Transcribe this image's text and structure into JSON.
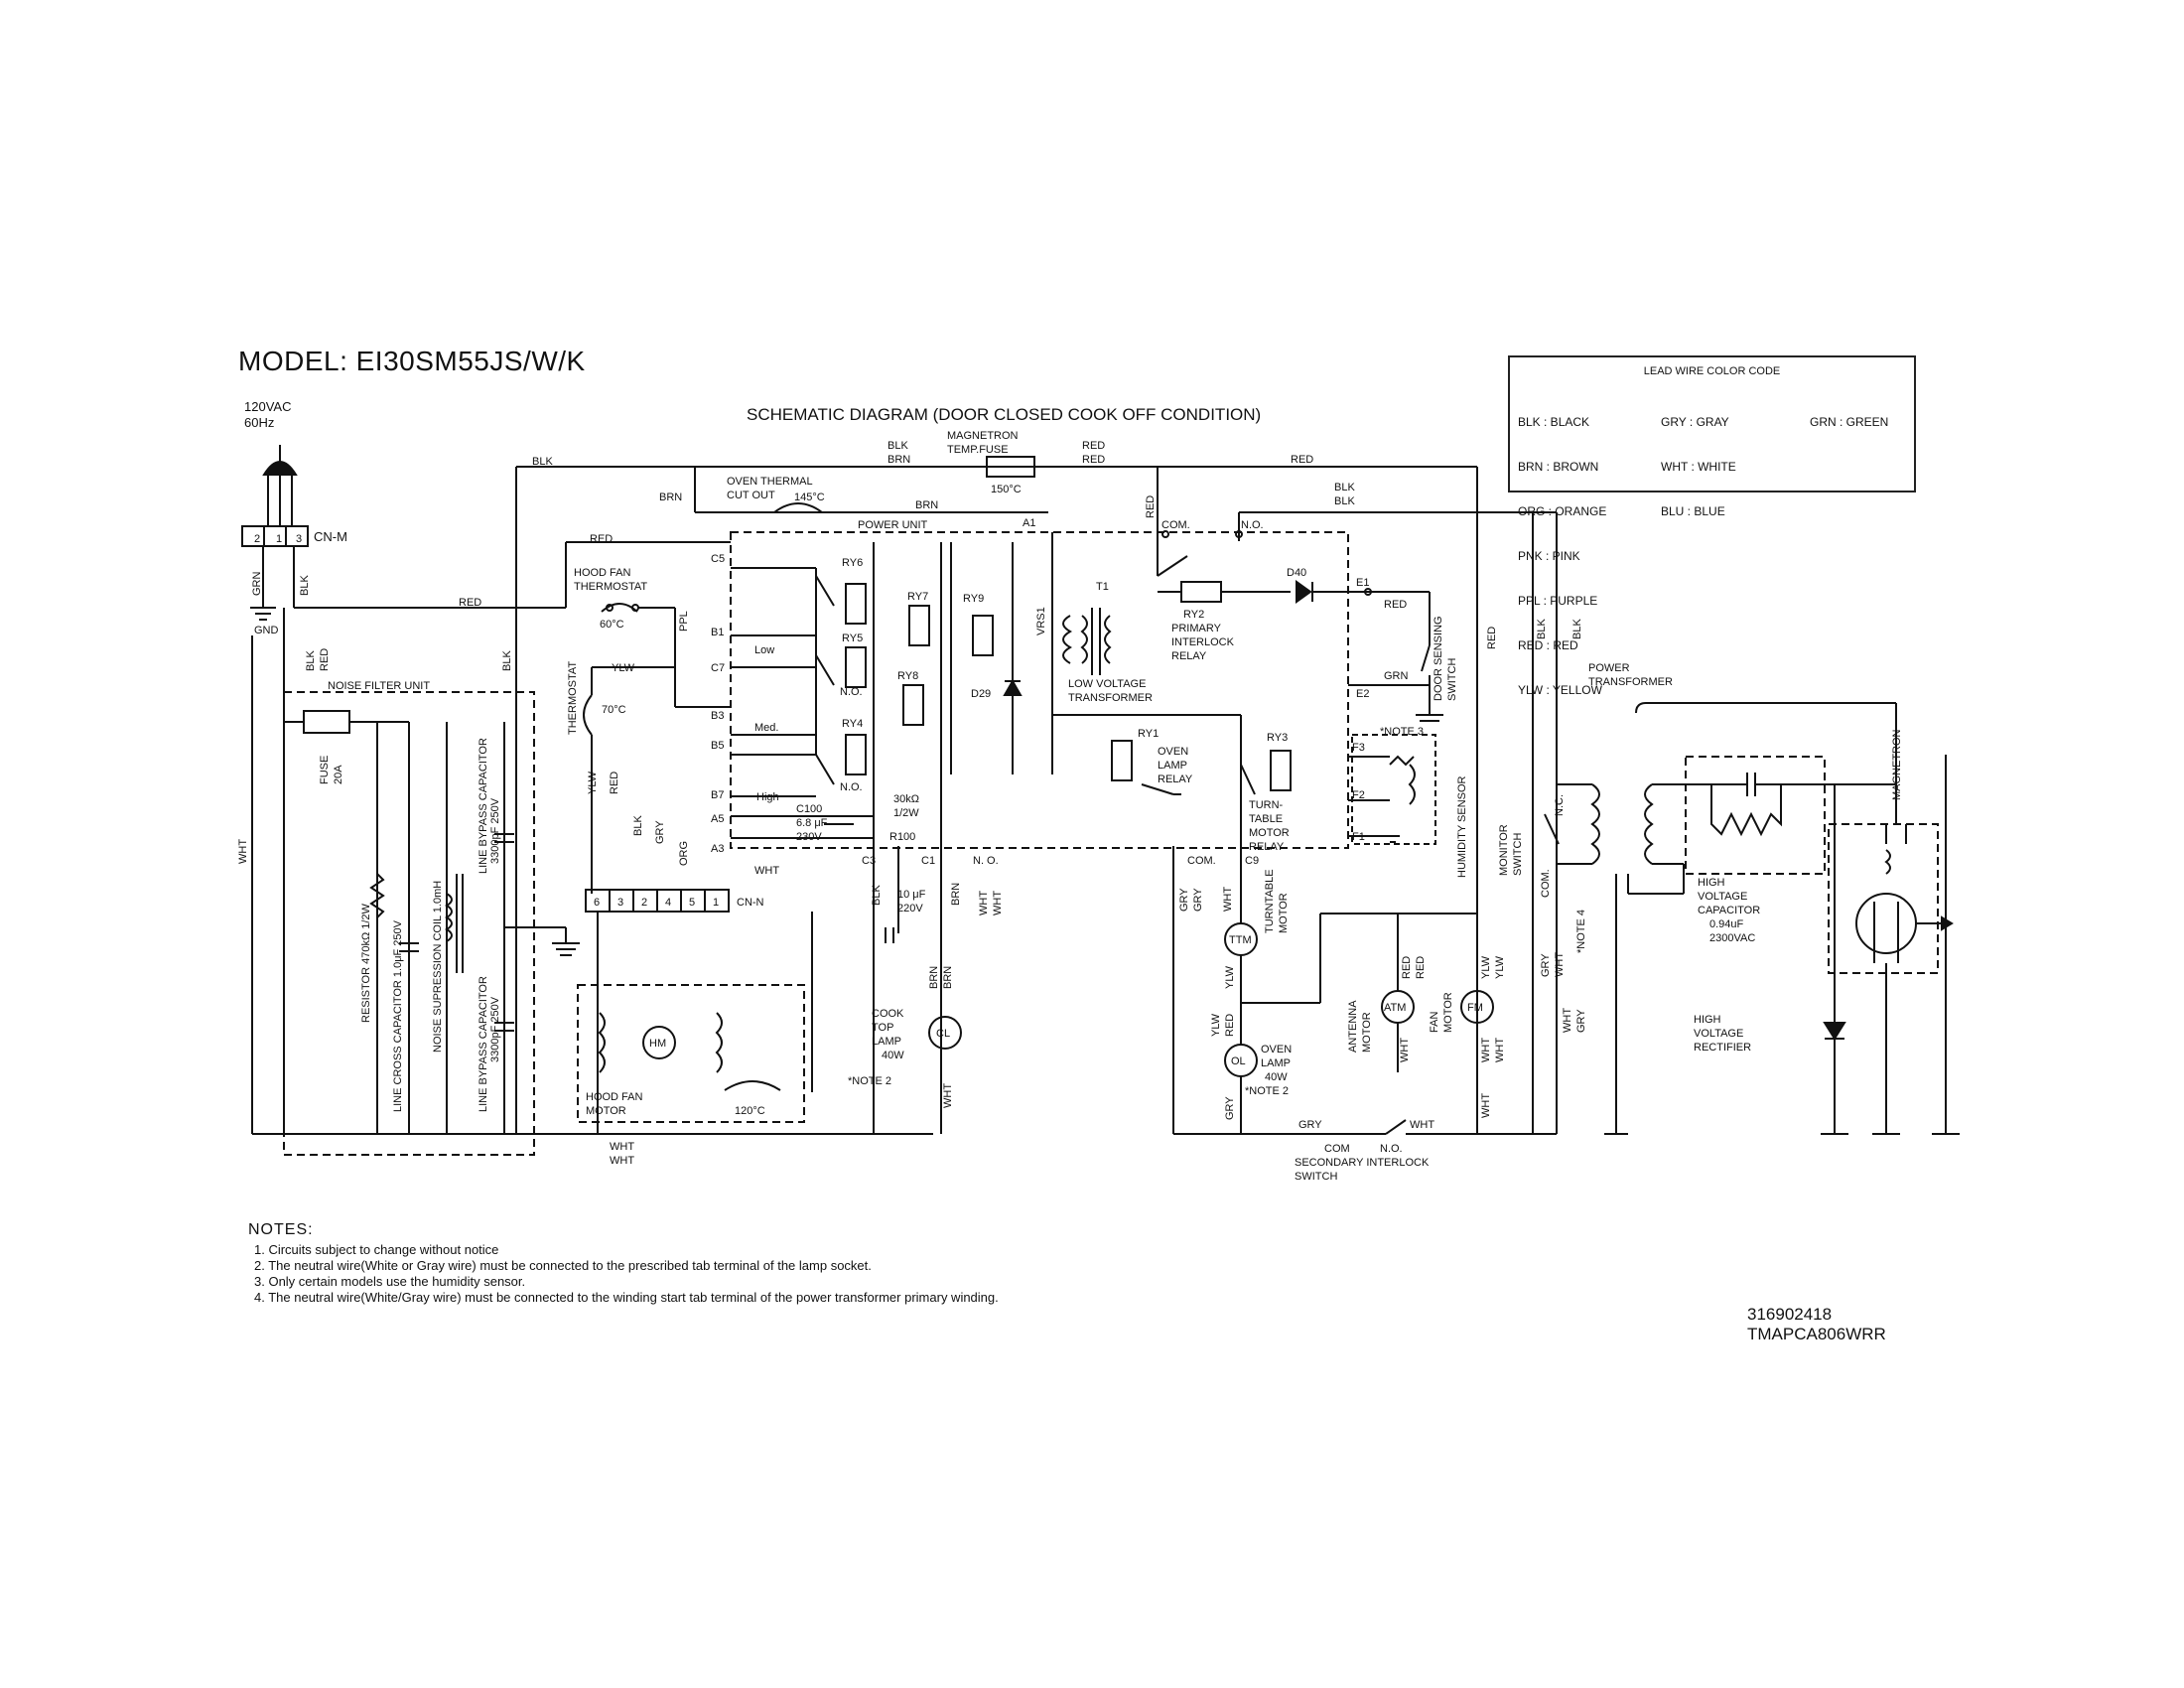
{
  "title": "MODEL: EI30SM55JS/W/K",
  "subtitle": "SCHEMATIC DIAGRAM (DOOR CLOSED COOK OFF CONDITION)",
  "supply": {
    "voltage": "120VAC",
    "frequency": "60Hz"
  },
  "legend": {
    "heading": "LEAD WIRE COLOR CODE",
    "col1": [
      "BLK : BLACK",
      "BRN : BROWN",
      "ORG : ORANGE",
      "PNK : PINK",
      "PPL : PURPLE",
      "RED : RED",
      "YLW : YELLOW"
    ],
    "col2": [
      "GRY : GRAY",
      "WHT : WHITE",
      "BLU : BLUE"
    ],
    "col3": [
      "GRN : GREEN"
    ]
  },
  "labels": {
    "cn_m": "CN-M",
    "grn": "GRN",
    "blk": "BLK",
    "gnd": "GND",
    "red": "RED",
    "wht": "WHT",
    "brn": "BRN",
    "ylw": "YLW",
    "org": "ORG",
    "gry": "GRY",
    "ppl": "PPL",
    "noise_filter_unit": "NOISE FILTER UNIT",
    "fuse": "FUSE",
    "fuse_val": "20A",
    "resistor": "RESISTOR 470kΩ 1/2W",
    "line_cross_cap": "LINE CROSS CAPACITOR 1.0μF 250V",
    "noise_coil": "NOISE SUPRESSION COIL 1.0mH",
    "line_bypass_cap": "LINE BYPASS CAPACITOR",
    "line_bypass_val": "3300pF 250V",
    "oven_thermal": "OVEN THERMAL",
    "cut_out": "CUT OUT",
    "cut_out_temp": "145°C",
    "magnetron_fuse": "MAGNETRON",
    "temp_fuse": "TEMP.FUSE",
    "magnetron_fuse_temp": "150°C",
    "power_unit": "POWER UNIT",
    "a1": "A1",
    "hood_fan": "HOOD FAN",
    "thermostat": "THERMOSTAT",
    "hood_temp": "60°C",
    "thermostat_v": "THERMOSTAT",
    "therm_temp": "70°C",
    "c5": "C5",
    "b1": "B1",
    "c7": "C7",
    "b3": "B3",
    "b5": "B5",
    "b7": "B7",
    "a5": "A5",
    "a3": "A3",
    "low": "Low",
    "med": "Med.",
    "high": "High",
    "no": "N.O.",
    "n_o": "N. O.",
    "ry1": "RY1",
    "ry2": "RY2",
    "ry3": "RY3",
    "ry4": "RY4",
    "ry5": "RY5",
    "ry6": "RY6",
    "ry7": "RY7",
    "ry8": "RY8",
    "ry9": "RY9",
    "d29": "D29",
    "vrs1": "VRS1",
    "t1": "T1",
    "low_voltage": "LOW VOLTAGE",
    "transformer": "TRANSFORMER",
    "c100": "C100",
    "c100_val1": "6.8 μF",
    "c100_val2": "230V",
    "r100_val1": "30kΩ",
    "r100_val2": "1/2W",
    "r100": "R100",
    "c3": "C3",
    "c1": "C1",
    "cap_val1": "10 μF",
    "cap_val2": "220V",
    "cn_n": "CN-N",
    "hm": "HM",
    "hood_fan_motor1": "HOOD FAN",
    "hood_fan_motor2": "MOTOR",
    "hm_temp": "120°C",
    "cook": "COOK",
    "top": "TOP",
    "lamp": "LAMP",
    "lamp40": "40W",
    "cl": "CL",
    "note2": "*NOTE 2",
    "oven_lamp_relay1": "OVEN",
    "oven_lamp_relay2": "LAMP",
    "oven_lamp_relay3": "RELAY",
    "primary1": "PRIMARY",
    "primary2": "INTERLOCK",
    "primary3": "RELAY",
    "com": "COM.",
    "d40": "D40",
    "e1": "E1",
    "e2": "E2",
    "door_sensing": "DOOR SENSING",
    "switch": "SWITCH",
    "note3": "*NOTE 3",
    "f1": "F1",
    "f2": "F2",
    "f3": "F3",
    "humidity": "HUMIDITY SENSOR",
    "turn1": "TURN-",
    "turn2": "TABLE",
    "turn3": "MOTOR",
    "turn4": "RELAY",
    "c9": "C9",
    "ttm": "TTM",
    "turntable_motor1": "TURNTABLE",
    "turntable_motor2": "MOTOR",
    "ol": "OL",
    "oven_lamp1": "OVEN",
    "oven_lamp2": "LAMP",
    "oven_lamp3": "40W",
    "atm": "ATM",
    "antenna1": "ANTENNA",
    "antenna2": "MOTOR",
    "fm": "FM",
    "fan1": "FAN",
    "fan2": "MOTOR",
    "secondary1": "COM",
    "secondary2": "SECONDARY INTERLOCK",
    "secondary3": "SWITCH",
    "secondary_no": "N.O.",
    "monitor1": "MONITOR",
    "monitor2": "SWITCH",
    "nc": "N.C.",
    "com_v": "COM.",
    "note4": "*NOTE 4",
    "power_transformer1": "POWER",
    "power_transformer2": "TRANSFORMER",
    "hv_cap1": "HIGH",
    "hv_cap2": "VOLTAGE",
    "hv_cap3": "CAPACITOR",
    "hv_cap4": "0.94uF",
    "hv_cap5": "2300VAC",
    "hv_rect1": "HIGH",
    "hv_rect2": "VOLTAGE",
    "hv_rect3": "RECTIFIER",
    "magnetron": "MAGNETRON"
  },
  "notes": {
    "heading": "NOTES:",
    "items": [
      "1. Circuits subject to change without notice",
      "2. The neutral wire(White or Gray wire) must be connected to the prescribed tab terminal of the lamp socket.",
      "3. Only certain models use the humidity sensor.",
      "4. The neutral wire(White/Gray wire) must be connected to the winding start tab terminal of the power transformer primary winding."
    ]
  },
  "docnum": {
    "part": "316902418",
    "code": "TMAPCA806WRR"
  }
}
